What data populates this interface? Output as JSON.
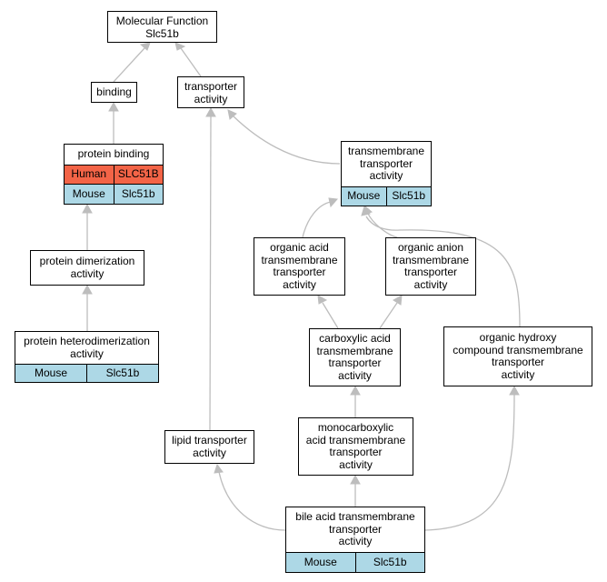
{
  "diagram": {
    "colors": {
      "human": "#f36447",
      "mouse": "#add8e6",
      "edge": "#bdbdbd"
    },
    "nodes": [
      {
        "id": "molecular-function",
        "lines": [
          "Molecular Function",
          "Slc51b"
        ],
        "rows": []
      },
      {
        "id": "binding",
        "lines": [
          "binding"
        ],
        "rows": []
      },
      {
        "id": "transporter-activity",
        "lines": [
          "transporter",
          "activity"
        ],
        "rows": []
      },
      {
        "id": "protein-binding",
        "lines": [
          "protein binding"
        ],
        "rows": [
          {
            "species": "Human",
            "gene": "SLC51B"
          },
          {
            "species": "Mouse",
            "gene": "Slc51b"
          }
        ]
      },
      {
        "id": "transmembrane-transporter-activity",
        "lines": [
          "transmembrane",
          "transporter",
          "activity"
        ],
        "rows": [
          {
            "species": "Mouse",
            "gene": "Slc51b"
          }
        ]
      },
      {
        "id": "protein-dimerization-activity",
        "lines": [
          "protein dimerization",
          "activity"
        ],
        "rows": []
      },
      {
        "id": "organic-acid-transmembrane-transporter-activity",
        "lines": [
          "organic acid",
          "transmembrane",
          "transporter",
          "activity"
        ],
        "rows": []
      },
      {
        "id": "organic-anion-transmembrane-transporter-activity",
        "lines": [
          "organic anion",
          "transmembrane",
          "transporter",
          "activity"
        ],
        "rows": []
      },
      {
        "id": "protein-heterodimerization-activity",
        "lines": [
          "protein heterodimerization",
          "activity"
        ],
        "rows": [
          {
            "species": "Mouse",
            "gene": "Slc51b"
          }
        ]
      },
      {
        "id": "carboxylic-acid-transmembrane-transporter-activity",
        "lines": [
          "carboxylic acid",
          "transmembrane",
          "transporter",
          "activity"
        ],
        "rows": []
      },
      {
        "id": "organic-hydroxy-compound-transmembrane-transporter-activity",
        "lines": [
          "organic hydroxy",
          "compound transmembrane",
          "transporter",
          "activity"
        ],
        "rows": []
      },
      {
        "id": "monocarboxylic-acid-transmembrane-transporter-activity",
        "lines": [
          "monocarboxylic",
          "acid transmembrane",
          "transporter",
          "activity"
        ],
        "rows": []
      },
      {
        "id": "lipid-transporter-activity",
        "lines": [
          "lipid transporter",
          "activity"
        ],
        "rows": []
      },
      {
        "id": "bile-acid-transmembrane-transporter-activity",
        "lines": [
          "bile acid transmembrane",
          "transporter",
          "activity"
        ],
        "rows": [
          {
            "species": "Mouse",
            "gene": "Slc51b"
          }
        ]
      }
    ]
  }
}
